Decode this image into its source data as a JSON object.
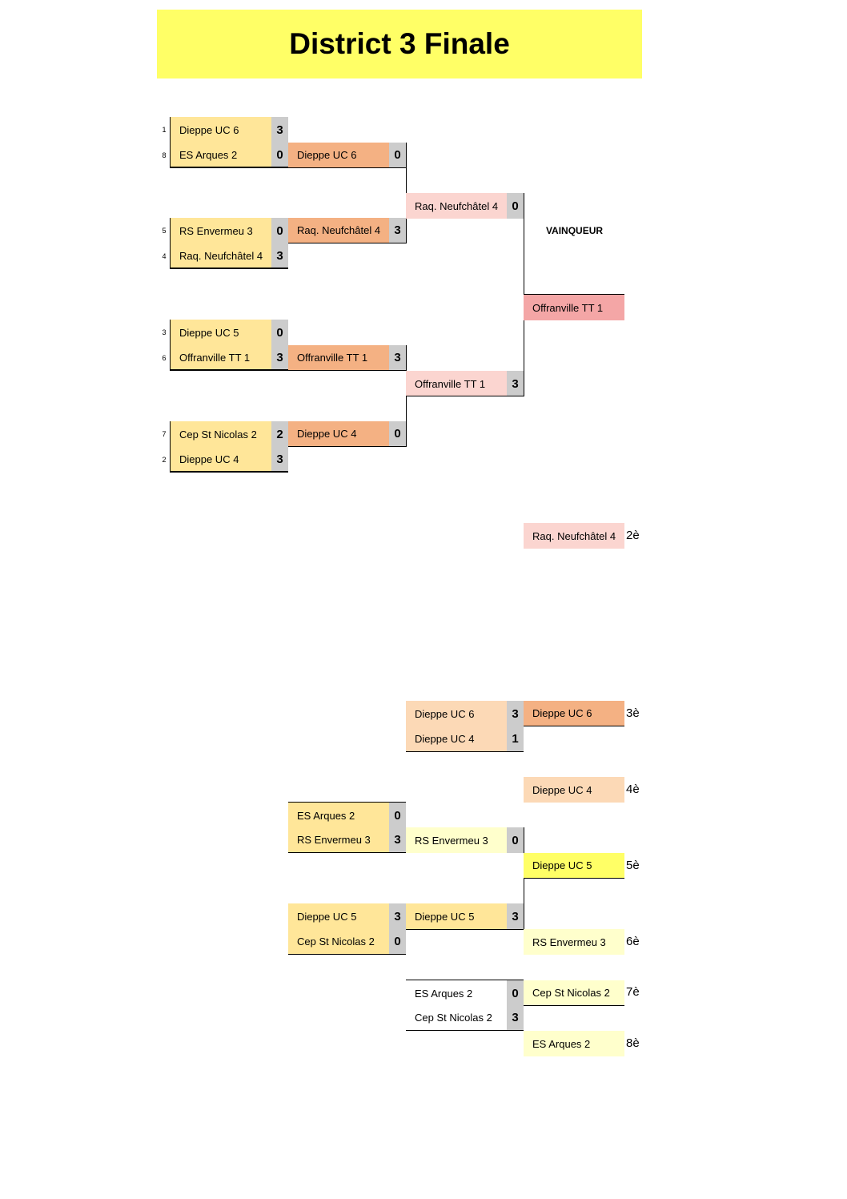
{
  "title": "District 3 Finale",
  "winner_label": "VAINQUEUR",
  "colors": {
    "title_bg": "#ffff66",
    "r1_bg": "#ffe699",
    "qf_bg": "#f4b183",
    "sf_bg": "#fbd5d0",
    "winner_bg": "#f4a6a6",
    "second_bg": "#fbd5d0",
    "third_bg": "#f4b183",
    "fourth_bg": "#fcd9b6",
    "fifth_bg": "#ffff66",
    "sixth_bg": "#ffffcc",
    "score_bg": "#cccccc"
  },
  "seeds": [
    "1",
    "8",
    "5",
    "4",
    "3",
    "6",
    "7",
    "2"
  ],
  "round1": [
    {
      "name": "Dieppe UC 6",
      "score": "3"
    },
    {
      "name": "ES Arques 2",
      "score": "0"
    },
    {
      "name": "RS Envermeu 3",
      "score": "0"
    },
    {
      "name": "Raq. Neufchâtel 4",
      "score": "3"
    },
    {
      "name": "Dieppe UC 5",
      "score": "0"
    },
    {
      "name": "Offranville TT 1",
      "score": "3"
    },
    {
      "name": "Cep St Nicolas 2",
      "score": "2"
    },
    {
      "name": "Dieppe UC 4",
      "score": "3"
    }
  ],
  "quarterfinals": [
    {
      "name": "Dieppe UC 6",
      "score": "0"
    },
    {
      "name": "Raq. Neufchâtel 4",
      "score": "3"
    },
    {
      "name": "Offranville TT 1",
      "score": "3"
    },
    {
      "name": "Dieppe UC 4",
      "score": "0"
    }
  ],
  "semifinals": [
    {
      "name": "Raq. Neufchâtel 4",
      "score": "0"
    },
    {
      "name": "Offranville TT 1",
      "score": "3"
    }
  ],
  "winner": "Offranville TT 1",
  "second": {
    "name": "Raq. Neufchâtel 4",
    "rank": "2è"
  },
  "third_place_match": [
    {
      "name": "Dieppe UC 6",
      "score": "3"
    },
    {
      "name": "Dieppe UC 4",
      "score": "1"
    }
  ],
  "third": {
    "name": "Dieppe UC 6",
    "rank": "3è"
  },
  "fourth": {
    "name": "Dieppe UC 4",
    "rank": "4è"
  },
  "consolation_r1": [
    {
      "name": "ES Arques 2",
      "score": "0"
    },
    {
      "name": "RS Envermeu 3",
      "score": "3"
    },
    {
      "name": "Dieppe UC 5",
      "score": "3"
    },
    {
      "name": "Cep St Nicolas 2",
      "score": "0"
    }
  ],
  "fifth_match": [
    {
      "name": "RS Envermeu 3",
      "score": "0"
    },
    {
      "name": "Dieppe UC 5",
      "score": "3"
    }
  ],
  "fifth": {
    "name": "Dieppe UC 5",
    "rank": "5è"
  },
  "sixth": {
    "name": "RS Envermeu 3",
    "rank": "6è"
  },
  "seventh_match": [
    {
      "name": "ES Arques 2",
      "score": "0"
    },
    {
      "name": "Cep St Nicolas 2",
      "score": "3"
    }
  ],
  "seventh": {
    "name": "Cep St Nicolas 2",
    "rank": "7è"
  },
  "eighth": {
    "name": "ES Arques 2",
    "rank": "8è"
  }
}
